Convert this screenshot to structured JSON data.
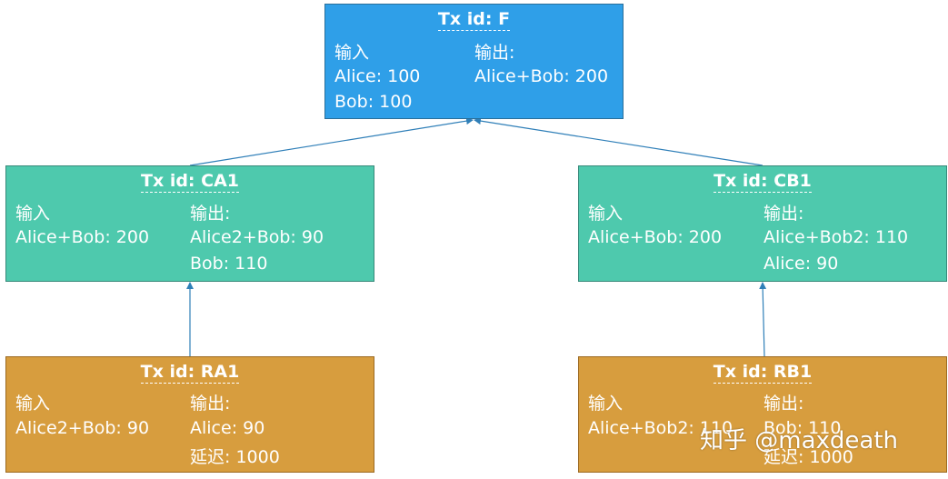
{
  "nodes": {
    "F": {
      "title": "Tx id: F",
      "input_label": "输入",
      "output_label": "输出:",
      "inputs": [
        "Alice:  100",
        "Bob:  100"
      ],
      "outputs": [
        "Alice+Bob: 200"
      ]
    },
    "CA1": {
      "title": "Tx id: CA1",
      "input_label": "输入",
      "output_label": "输出:",
      "inputs": [
        "Alice+Bob:  200"
      ],
      "outputs": [
        "Alice2+Bob: 90",
        "Bob: 110"
      ]
    },
    "CB1": {
      "title": "Tx id: CB1",
      "input_label": "输入",
      "output_label": "输出:",
      "inputs": [
        "Alice+Bob:  200"
      ],
      "outputs": [
        "Alice+Bob2: 110",
        "Alice: 90"
      ]
    },
    "RA1": {
      "title": "Tx id: RA1",
      "input_label": "输入",
      "output_label": "输出:",
      "inputs": [
        "Alice2+Bob:  90"
      ],
      "outputs": [
        "Alice: 90",
        "延迟: 1000"
      ]
    },
    "RB1": {
      "title": "Tx id: RB1",
      "input_label": "输入",
      "output_label": "输出:",
      "inputs": [
        "Alice+Bob2:  110"
      ],
      "outputs": [
        "Bob: 110",
        "延迟: 1000"
      ]
    }
  },
  "colors": {
    "root": "#2f9fe8",
    "commitment": "#4ec9ad",
    "revocation": "#d79d3e",
    "edge": "#2f7fb8"
  },
  "watermark": "知乎 @maxdeath"
}
